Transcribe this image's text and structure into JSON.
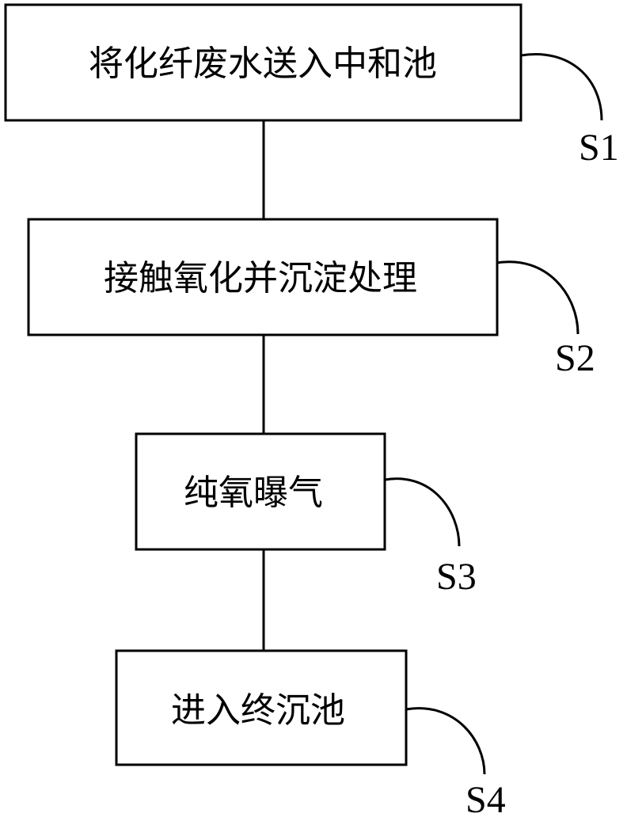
{
  "steps": [
    {
      "text": "将化纤废水送入中和池",
      "label": "S1"
    },
    {
      "text": "接触氧化并沉淀处理",
      "label": "S2"
    },
    {
      "text": "纯氧曝气",
      "label": "S3"
    },
    {
      "text": "进入终沉池",
      "label": "S4"
    }
  ],
  "colors": {
    "stroke": "#000000",
    "background": "#ffffff"
  }
}
